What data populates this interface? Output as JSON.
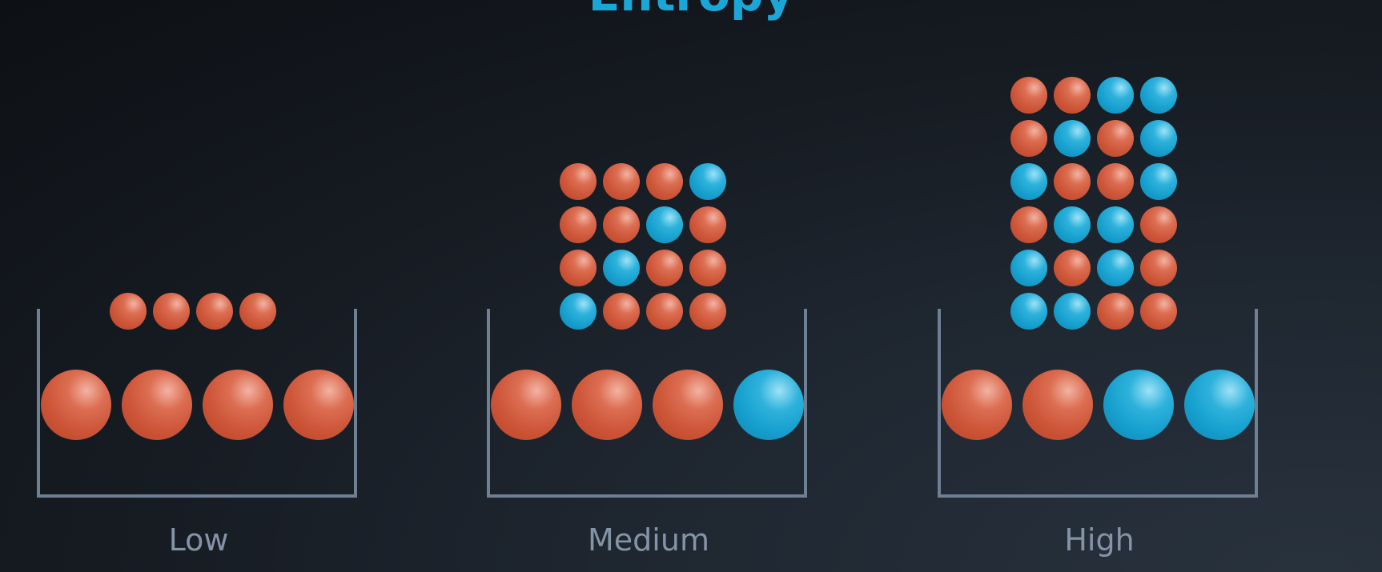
{
  "title": "Entropy",
  "colors": {
    "red": "#cd5538",
    "blue": "#17a0ce",
    "container": "#6f8094",
    "title": "#1ba6d8",
    "label": "#8494a6"
  },
  "panels": [
    {
      "label": "Low",
      "container_balls": [
        "red",
        "red",
        "red",
        "red"
      ],
      "sequences": [
        [
          "red",
          "red",
          "red",
          "red"
        ]
      ]
    },
    {
      "label": "Medium",
      "container_balls": [
        "red",
        "red",
        "red",
        "blue"
      ],
      "sequences": [
        [
          "red",
          "red",
          "red",
          "blue"
        ],
        [
          "red",
          "red",
          "blue",
          "red"
        ],
        [
          "red",
          "blue",
          "red",
          "red"
        ],
        [
          "blue",
          "red",
          "red",
          "red"
        ]
      ]
    },
    {
      "label": "High",
      "container_balls": [
        "red",
        "red",
        "blue",
        "blue"
      ],
      "sequences": [
        [
          "red",
          "red",
          "blue",
          "blue"
        ],
        [
          "red",
          "blue",
          "red",
          "blue"
        ],
        [
          "blue",
          "red",
          "red",
          "blue"
        ],
        [
          "red",
          "blue",
          "blue",
          "red"
        ],
        [
          "blue",
          "red",
          "blue",
          "red"
        ],
        [
          "blue",
          "blue",
          "red",
          "red"
        ]
      ]
    }
  ]
}
